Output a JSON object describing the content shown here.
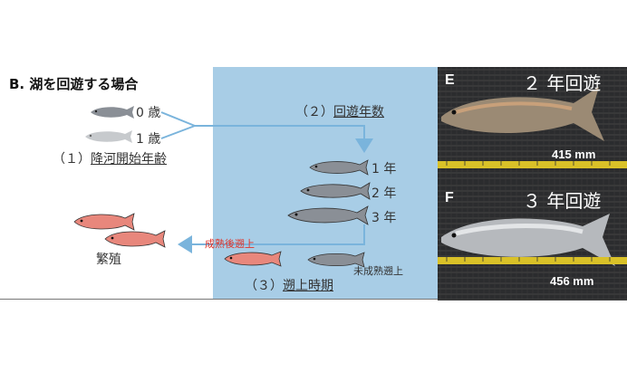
{
  "title": "B. 湖を回遊する場合",
  "step1": {
    "num": "（１）",
    "label": "降河開始年齢"
  },
  "step2": {
    "num": "（２）",
    "label": "回遊年数"
  },
  "step3": {
    "num": "（３）",
    "label": "遡上時期"
  },
  "ages": [
    "0 歳",
    "1 歳"
  ],
  "years": [
    "1 年",
    "2 年",
    "3 年"
  ],
  "mature_label": "成熟後遡上",
  "immature_label": "未成熟遡上",
  "spawning_label": "繁殖",
  "photos": [
    {
      "letter": "E",
      "title": "２ 年回遊",
      "size": "415 mm"
    },
    {
      "letter": "F",
      "title": "３ 年回遊",
      "size": "456 mm"
    }
  ],
  "colors": {
    "lake": "#a8cde6",
    "arrow": "#7ab4dc",
    "red_label": "#e0342b",
    "salmon_red": "#e8877c",
    "salmon_gray": "#8a8f96"
  }
}
